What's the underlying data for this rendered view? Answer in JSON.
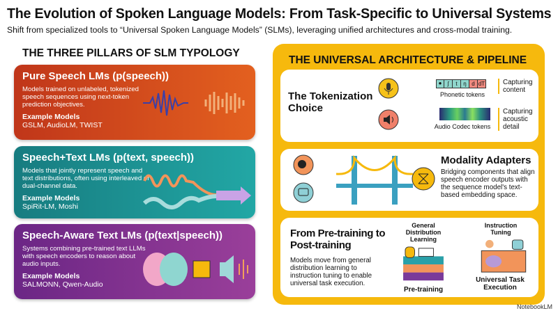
{
  "title": "The Evolution of Spoken Language Models: From Task-Specific to Universal Systems",
  "subtitle": "Shift from specialized tools to “Universal Spoken Language Models” (SLMs), leveraging unified architectures and cross-modal training.",
  "left": {
    "heading": "THE THREE PILLARS OF SLM TYPOLOGY",
    "cards": [
      {
        "title": "Pure Speech LMs (p(speech))",
        "desc": "Models trained on unlabeled, tokenized speech sequences using next-token prediction objectives.",
        "examples_label": "Example Models",
        "examples": "GSLM, AudioLM, TWIST"
      },
      {
        "title": "Speech+Text LMs (p(text, speech))",
        "desc": "Models that jointly represent speech and text distributions, often using interleaved or dual-channel data.",
        "examples_label": "Example Models",
        "examples": "SpiRit-LM, Moshi"
      },
      {
        "title": "Speech-Aware Text LMs (p(text|speech))",
        "desc": "Systems combining pre-trained text LLMs with speech encoders to reason about audio inputs.",
        "examples_label": "Example Models",
        "examples": "SALMONN, Qwen-Audio"
      }
    ]
  },
  "right": {
    "heading": "THE UNIVERSAL ARCHITECTURE & PIPELINE",
    "tokenization": {
      "title": "The Tokenization Choice",
      "phonetic_label": "Phonetic tokens",
      "phonetic_note": "Capturing content",
      "codec_label": "Audio Codec tokens",
      "codec_note": "Capturing acoustic detail",
      "phonetic_symbols": [
        "ʃ",
        "t",
        "ŋ",
        "d",
        "dT"
      ]
    },
    "adapters": {
      "title": "Modality Adapters",
      "desc": "Bridging components that align speech encoder outputs with the sequence model's text-based embedding space."
    },
    "training": {
      "title": "From Pre-training to Post-training",
      "desc": "Models move from general distribution learning to instruction tuning to enable universal task execution.",
      "gdl": "General Distribution Learning",
      "pretraining": "Pre-training",
      "instruction": "Instruction Tuning",
      "universal": "Universal Task Execution"
    }
  },
  "footer": "NotebookLM",
  "colors": {
    "orange": "#d04a1c",
    "teal": "#1c9293",
    "purple": "#7d2e8e",
    "yellow": "#f6b90d"
  }
}
